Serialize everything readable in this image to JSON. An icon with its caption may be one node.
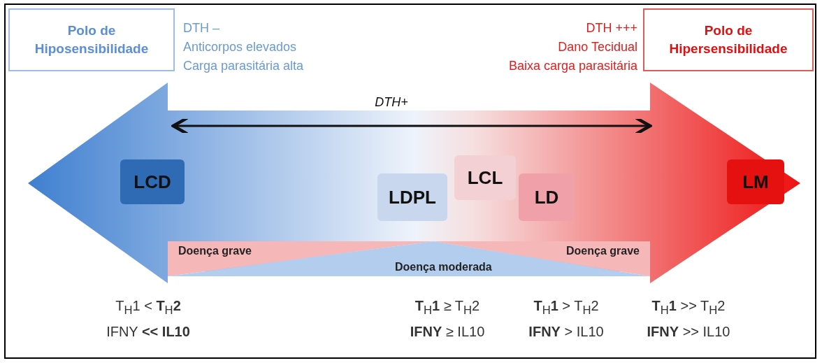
{
  "diagram": {
    "nodes": [
      {
        "text": [
          "Polo de Hiposensibilidade"
        ],
        "beside": [
          "DTH –",
          "Anticorpos elevados",
          "Carga parasitária alta"
        ]
      },
      {
        "text": [
          "Polo de Hipersensibilidade"
        ],
        "beside": [
          "DTH +++",
          "Dano Tecidual",
          "Baixa carga parasitária"
        ]
      },
      {
        "text": [
          "LCD"
        ]
      },
      {
        "text": [
          "LDPL"
        ]
      },
      {
        "text": [
          "LCL"
        ]
      },
      {
        "text": [
          "LD"
        ]
      },
      {
        "text": [
          "LM"
        ]
      },
      {
        "text": [
          "Doença grave"
        ]
      },
      {
        "text": [
          "Doença moderada"
        ]
      },
      {
        "text": [
          "Doença grave"
        ]
      }
    ],
    "edges": [],
    "labels": [
      "DTH+",
      "T$_{H}$1 < **T**$_{H}$**2**",
      "**T**$_{H}$**1** ≥ T$_{H}$2",
      "**T**$_{H}$**1** > T$_{H}$2",
      "**T**$_{H}$**1** >> T$_{H}$2",
      "IFNY **<< IL10**",
      "**IFNY** ≥ IL10",
      "**IFNY** > IL10",
      "**IFNY** >> IL10"
    ]
  }
}
